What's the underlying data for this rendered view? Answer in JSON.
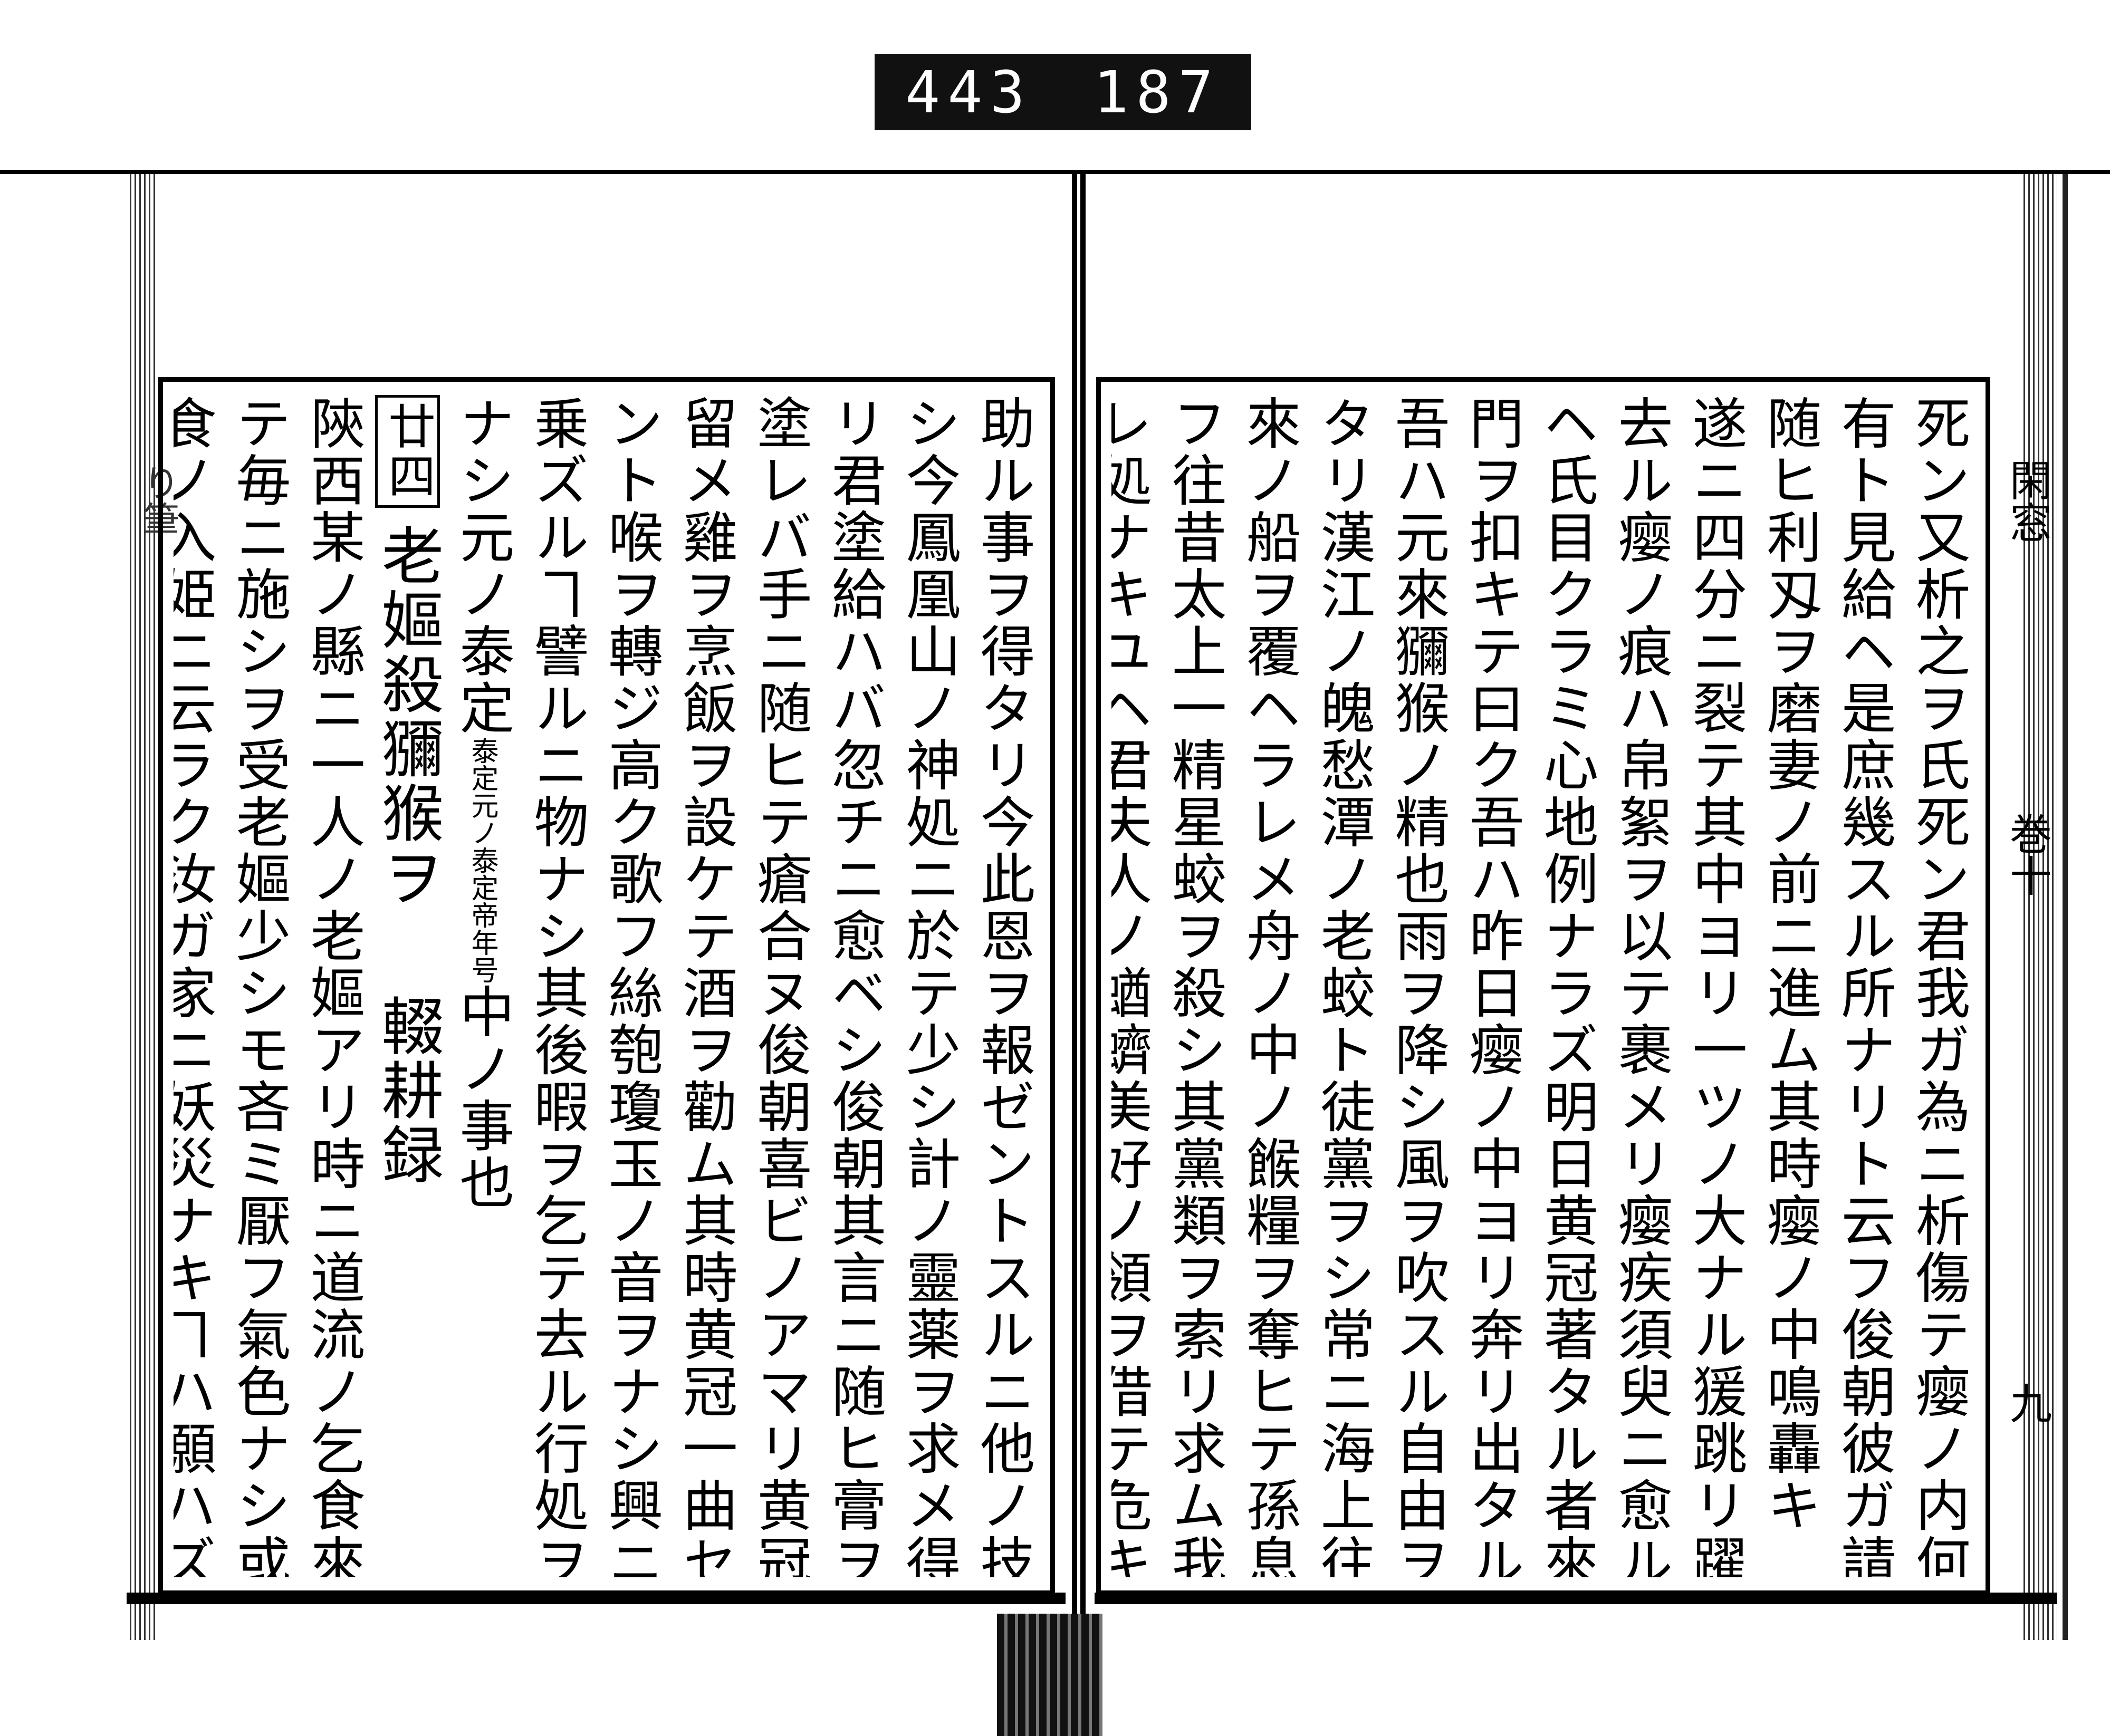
{
  "film_label": {
    "left": "443",
    "right": "187"
  },
  "margin": {
    "title": "閑窓",
    "volume": "巻十",
    "page": "九",
    "left_title": "り筆"
  },
  "right_page": {
    "columns": [
      "死ン又析之ヲ氏死ン君我ガ為ニ析傷テ瘿ノ内何物カ",
      "有ト見給ヘ是庶幾スル所ナリト云フ俊朝彼ガ請ニ",
      "随ヒ利刄ヲ磨妻ノ前ニ進ム其時瘿ノ中鳴轟キ",
      "遂ニ四分ニ裂テ其中ヨリ一ツノ大ナル猨跳リ躍リテ走",
      "去ル瘿ノ痕ハ帛絮ヲ以テ裹メリ瘿疾須臾ニ愈ルトイ",
      "ヘ氏目クラミ心地例ナラズ明日黄冠著タル者來テ",
      "門ヲ扣キテ曰ク吾ハ昨日瘿ノ中ヨリ奔リ出タル猨也",
      "吾ハ元來獼猴ノ精也雨ヲ降シ風ヲ吹スル自由ヲ得",
      "タリ漢江ノ魄愁潭ノ老蛟ト徒黨ヲシ常ニ海上往",
      "來ノ船ヲ覆ヘラレメ舟ノ中ノ餱糧ヲ奪ヒテ孫息ヲ養",
      "フ往昔太上一精星蛟ヲ殺シ其黨類ヲ索リ求ム我身ノ隱",
      "レ処ナキユヘ君夫人ノ蝤蠐美好ノ領ヲ借テ危キ命ヲ"
    ]
  },
  "left_page": {
    "columns": [
      "助ル事ヲ得タリ今此恩ヲ報ゼントスルニ他ノ技ナ",
      "シ今鳳凰山ノ神処ニ於テ少シ計ノ靈薬ヲ求メ得タ",
      "リ君塗給ハバ忽チニ愈ベシ俊朝其言ニ随ヒ膏ヲ",
      "塗レバ手ニ随ヒテ瘡合ヌ俊朝喜ビノアマリ黄冠ヲ",
      "留メ雞ヲ烹飯ヲ設ケテ酒ヲ勸ム其時黄冠一曲セ",
      "ント喉ヲ轉ジ高ク歌フ絲匏瓊玉ノ音ヲナシ興ニ",
      "乗ズルヿ譬ルニ物ナシ其後暇ヲ乞テ去ル行処ヲ知ヿ"
    ],
    "col8_main": "ナシ元ノ泰定",
    "col8_note": "泰定元ノ泰定帝年号",
    "col8_end": "中ノ事也",
    "section_number": "廿四",
    "section_title": "老嫗殺獼猴ヲ",
    "section_source": "輟耕録",
    "columns_after": [
      "陝西某ノ縣ニ一人ノ老嫗アリ時ニ道流ノ乞食來リ",
      "テ毎ニ施シヲ受老嫗少シモ吝ミ厭フ氣色ナシ或時乞",
      "食ノ入姫ニ云ラク汝ガ家ニ妖災ナキヿハ願ハズヤ否ヤ"
    ]
  }
}
